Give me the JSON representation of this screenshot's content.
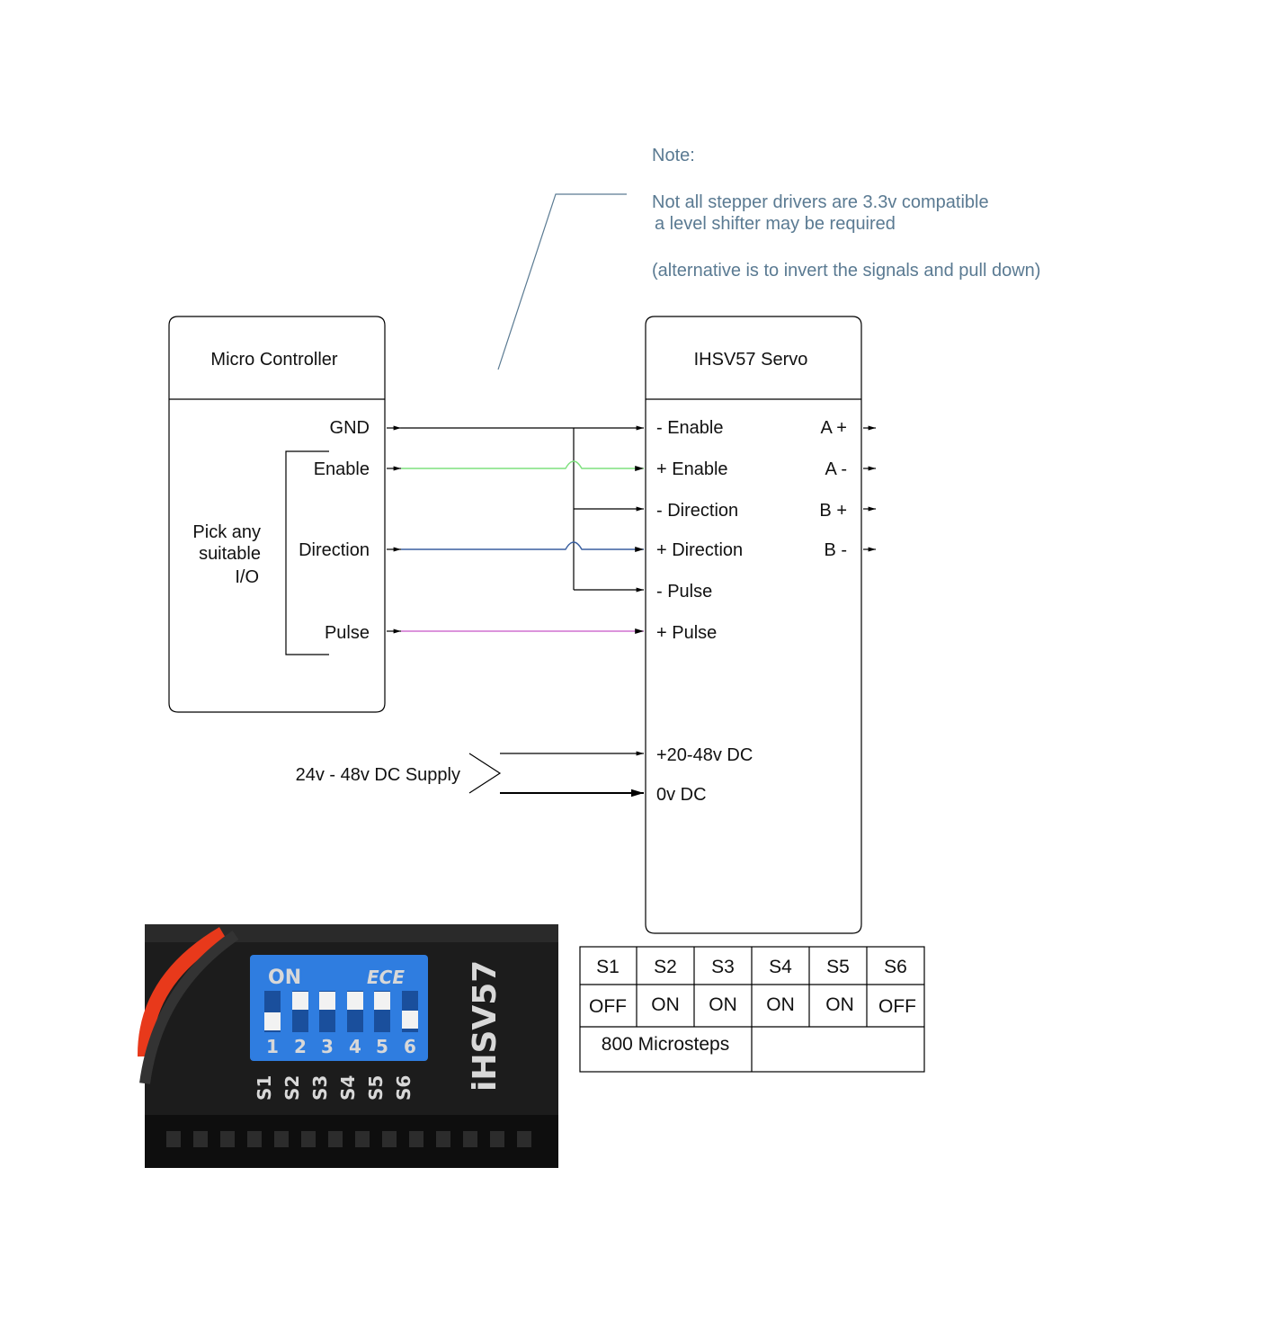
{
  "note": {
    "heading": "Note:",
    "line1": "Not all stepper drivers are 3.3v compatible",
    "line2": "a level shifter may be required",
    "line3": "(alternative is to invert the signals and pull down)"
  },
  "controller": {
    "title": "Micro Controller",
    "group_label": [
      "Pick any",
      "suitable",
      "I/O"
    ],
    "pins": [
      "GND",
      "Enable",
      "Direction",
      "Pulse"
    ]
  },
  "servo": {
    "title": "IHSV57 Servo",
    "inputs": [
      "- Enable",
      "+ Enable",
      "- Direction",
      "+ Direction",
      "- Pulse",
      "+ Pulse"
    ],
    "power_inputs": [
      "+20-48v DC",
      "0v DC"
    ],
    "outputs": [
      "A +",
      "A -",
      "B +",
      "B -"
    ]
  },
  "supply": {
    "label": "24v - 48v DC Supply"
  },
  "wire_colors": {
    "ground": "#000000",
    "enable": "#7fe07f",
    "direction": "#3a5f9f",
    "pulse": "#d070d0"
  },
  "dip_table": {
    "headers": [
      "S1",
      "S2",
      "S3",
      "S4",
      "S5",
      "S6"
    ],
    "values": [
      "OFF",
      "ON",
      "ON",
      "ON",
      "ON",
      "OFF"
    ],
    "footer": "800 Microsteps"
  },
  "photo": {
    "on_label": "ON",
    "brand_mark": "ECE",
    "model": "iHSV57",
    "numbers": [
      "1",
      "2",
      "3",
      "4",
      "5",
      "6"
    ],
    "switch_labels": [
      "S1",
      "S2",
      "S3",
      "S4",
      "S5",
      "S6"
    ],
    "switch_colors": {
      "board": "#1a1a1a",
      "dip_body": "#2f7de0",
      "wire_red": "#e8391b"
    }
  }
}
